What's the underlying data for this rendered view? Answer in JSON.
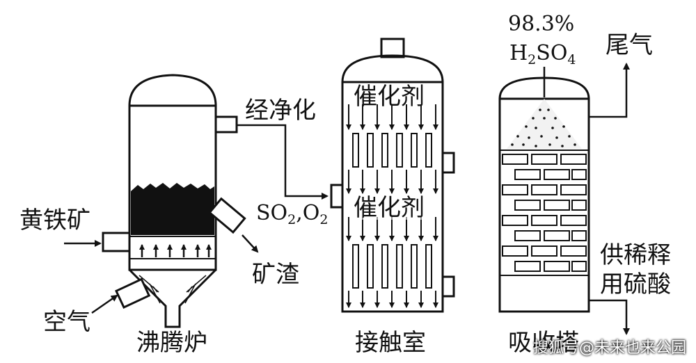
{
  "equipment": {
    "furnace": "沸腾炉",
    "contact_chamber": "接触室",
    "absorption_tower": "吸收塔"
  },
  "streams": {
    "feed_ore": "黄铁矿",
    "air": "空气",
    "slag": "矿渣",
    "purification": "经净化",
    "gases": {
      "so2": "SO",
      "sub2": "2",
      "comma": ",",
      "o2": "O",
      "sub2b": "2"
    },
    "catalyst_top": "催化剂",
    "catalyst_mid": "催化剂",
    "concentration": "98.3%",
    "acid": {
      "h": "H",
      "sub2": "2",
      "so": "SO",
      "sub4": "4"
    },
    "tail_gas": "尾气",
    "dilute_line1": "供稀释",
    "dilute_line2": "用硫酸"
  },
  "watermark": "搜狐号@未来也来公园"
}
